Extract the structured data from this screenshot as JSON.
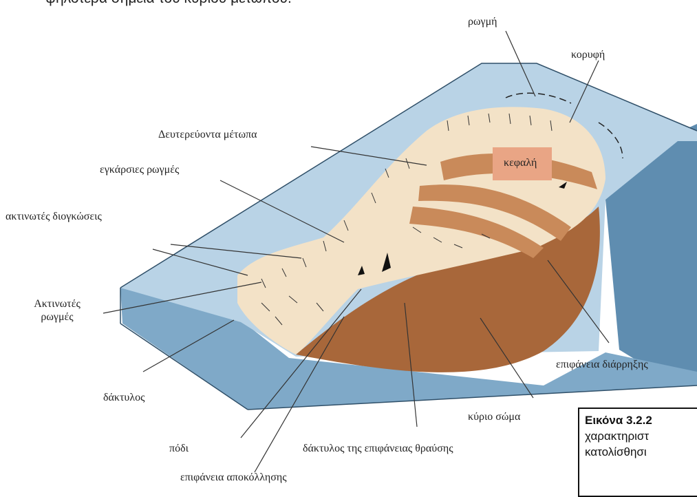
{
  "header_text": "ψηλότερα σημεία του κύριου μετώπου.",
  "labels": {
    "rogmi": "ρωγμή",
    "koryfi": "κορυφή",
    "deutereuonta": "Δευτερεύοντα μέτωπα",
    "egkarsies": "εγκάρσιες ρωγμές",
    "kefali": "κεφαλή",
    "aktinotes_diogkoseis": "ακτινωτές διογκώσεις",
    "aktinotes_rogmes_1": "Ακτινωτές",
    "aktinotes_rogmes_2": "ρωγμές",
    "epifaneia_diarrixis": "επιφάνεια διάρρηξης",
    "daktylos": "δάκτυλος",
    "kyrio_soma": "κύριο σώμα",
    "podi": "πόδι",
    "daktylos_thrausis": "δάκτυλος της επιφάνειας θραύσης",
    "epifaneia_apokollisis": "επιφάνεια αποκόλλησης"
  },
  "caption": {
    "title": "Εικόνα 3.2.2",
    "line1": "χαρακτηριστ",
    "line2": "κατολίσθησι"
  },
  "colors": {
    "slope_top": "#b9d3e6",
    "slope_side": "#5f8db0",
    "slope_front": "#7fa9c8",
    "earth_light": "#f3e2c7",
    "earth_mid": "#c98a5a",
    "earth_dark": "#a8673a",
    "head_box": "#e9a585"
  }
}
